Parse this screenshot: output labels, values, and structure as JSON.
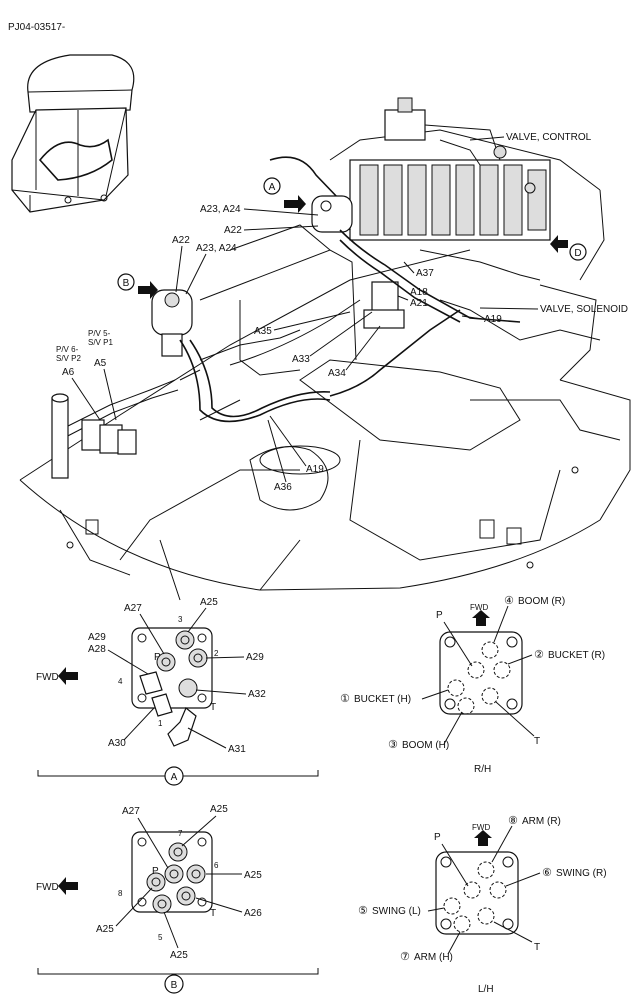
{
  "doc_code": "PJ04-03517-",
  "main_callouts": {
    "valve_control": "VALVE, CONTROL",
    "valve_solenoid": "VALVE, SOLENOID",
    "a23_a24_top": "A23, A24",
    "a22_top": "A22",
    "a22_left": "A22",
    "a23_a24_left": "A23, A24",
    "a18": "A18",
    "a21": "A21",
    "a37": "A37",
    "a19_right": "A19",
    "a35": "A35",
    "a33": "A33",
    "a34": "A34",
    "pv5": "P/V 5-",
    "sv_p1": "S/V P1",
    "pv6": "P/V 6-",
    "sv_p2": "S/V P2",
    "a6": "A6",
    "a5": "A5",
    "a19_bottom": "A19",
    "a36": "A36",
    "mark_a": "A",
    "mark_b": "B",
    "mark_d": "D"
  },
  "view_a": {
    "a27": "A27",
    "a25": "A25",
    "a29_top": "A29",
    "a28": "A28",
    "a29_right": "A29",
    "a32": "A32",
    "a30": "A30",
    "a31": "A31",
    "p": "P",
    "t": "T",
    "fwd": "FWD",
    "n1": "1",
    "n2": "2",
    "n3": "3",
    "n4": "4",
    "caption": "A"
  },
  "view_b": {
    "a27": "A27",
    "a25_top": "A25",
    "a25_right": "A25",
    "a26": "A26",
    "a25_left": "A25",
    "a25_bottom": "A25",
    "p": "P",
    "t": "T",
    "fwd": "FWD",
    "n5": "5",
    "n6": "6",
    "n7": "7",
    "n8": "8",
    "caption": "B"
  },
  "rh": {
    "p": "P",
    "fwd": "FWD",
    "t": "T",
    "c4": "④",
    "boom_r": "BOOM (R)",
    "c2": "②",
    "bucket_r": "BUCKET (R)",
    "c1": "①",
    "bucket_h": "BUCKET (H)",
    "c3": "③",
    "boom_h": "BOOM (H)",
    "caption": "R/H"
  },
  "lh": {
    "p": "P",
    "fwd": "FWD",
    "t": "T",
    "c8": "⑧",
    "arm_r": "ARM   (R)",
    "c6": "⑥",
    "swing_r": "SWING (R)",
    "c5": "⑤",
    "swing_l": "SWING (L)",
    "c7": "⑦",
    "arm_h": "ARM   (H)",
    "caption": "L/H"
  }
}
